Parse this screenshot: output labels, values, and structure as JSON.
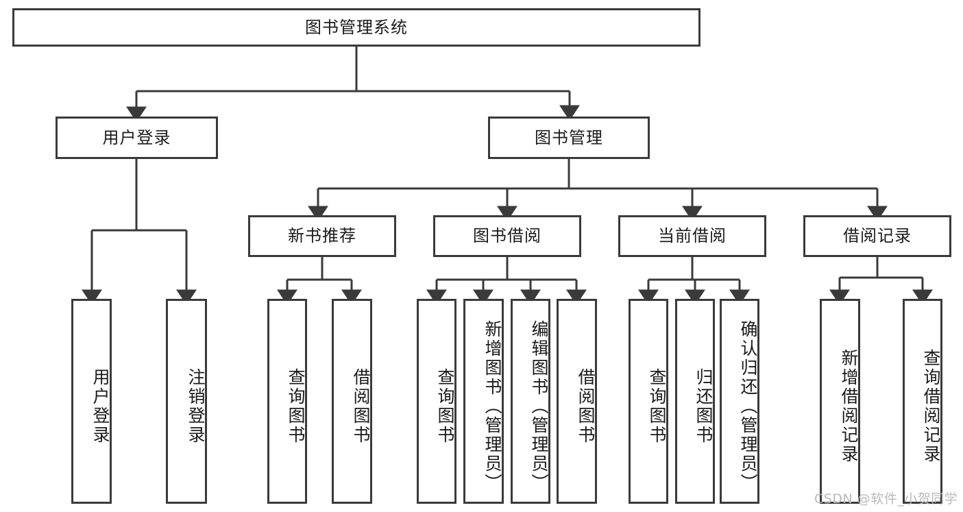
{
  "diagram": {
    "title": "图书管理系统",
    "type": "hierarchical-tree",
    "root": {
      "id": "root",
      "label": "图书管理系统"
    },
    "level1": [
      {
        "id": "user-login",
        "label": "用户登录"
      },
      {
        "id": "book-management",
        "label": "图书管理"
      }
    ],
    "level2": [
      {
        "id": "new-book-recommend",
        "label": "新书推荐",
        "parent": "book-management"
      },
      {
        "id": "book-borrow",
        "label": "图书借阅",
        "parent": "book-management"
      },
      {
        "id": "current-borrow",
        "label": "当前借阅",
        "parent": "book-management"
      },
      {
        "id": "borrow-record",
        "label": "借阅记录",
        "parent": "book-management"
      }
    ],
    "leaves": {
      "user-login": [
        {
          "id": "leaf-user-login",
          "label": "用户登录"
        },
        {
          "id": "leaf-user-logout",
          "label": "注销登录"
        }
      ],
      "new-book-recommend": [
        {
          "id": "leaf-query-book-1",
          "label": "查询图书"
        },
        {
          "id": "leaf-borrow-book-1",
          "label": "借阅图书"
        }
      ],
      "book-borrow": [
        {
          "id": "leaf-query-book-2",
          "label": "查询图书"
        },
        {
          "id": "leaf-add-book",
          "label": "新增图书（管理员）"
        },
        {
          "id": "leaf-edit-book",
          "label": "编辑图书（管理员）"
        },
        {
          "id": "leaf-borrow-book-2",
          "label": "借阅图书"
        }
      ],
      "current-borrow": [
        {
          "id": "leaf-query-book-3",
          "label": "查询图书"
        },
        {
          "id": "leaf-return-book",
          "label": "归还图书"
        },
        {
          "id": "leaf-confirm-return",
          "label": "确认归还（管理员）"
        }
      ],
      "borrow-record": [
        {
          "id": "leaf-add-record",
          "label": "新增借阅记录"
        },
        {
          "id": "leaf-query-record",
          "label": "查询借阅记录"
        }
      ]
    }
  },
  "watermark": {
    "text": "CSDN @软件_小贺同学"
  },
  "style": {
    "stroke": "#3a3a3a",
    "background": "#ffffff",
    "text_color": "#1a1a1a",
    "watermark_color": "#b9b9b9"
  }
}
